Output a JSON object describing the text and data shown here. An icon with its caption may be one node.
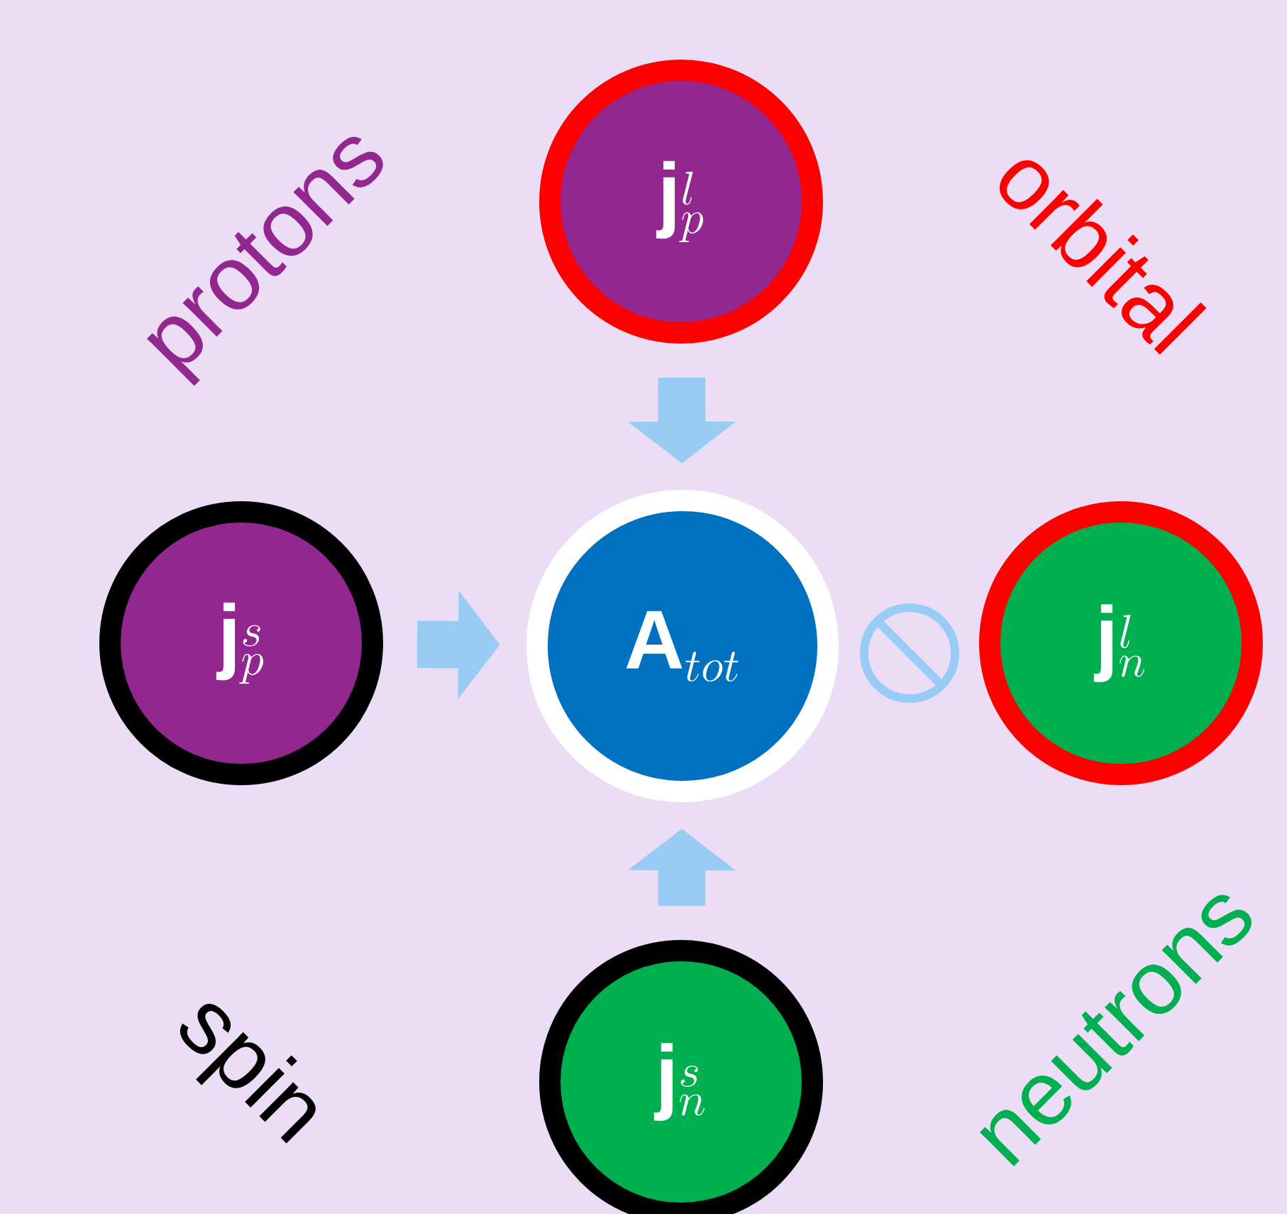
{
  "diagram": {
    "nodes": [
      {
        "text": [
          "\\mathbf{j}_p^l"
        ]
      },
      {
        "text": [
          "\\mathbf{j}_p^s"
        ]
      },
      {
        "text": [
          "\\mathbf{A}_{tot}"
        ]
      },
      {
        "text": [
          "\\mathbf{j}_n^l"
        ]
      },
      {
        "text": [
          "\\mathbf{j}_n^s"
        ]
      }
    ],
    "edges": [
      {
        "from": 0,
        "to": 2,
        "arrow": "to"
      },
      {
        "from": 1,
        "to": 2,
        "arrow": "to"
      },
      {
        "from": 4,
        "to": 2,
        "arrow": "to"
      }
    ],
    "labels": [
      "protons",
      "orbital",
      "spin",
      "neutrons"
    ]
  }
}
